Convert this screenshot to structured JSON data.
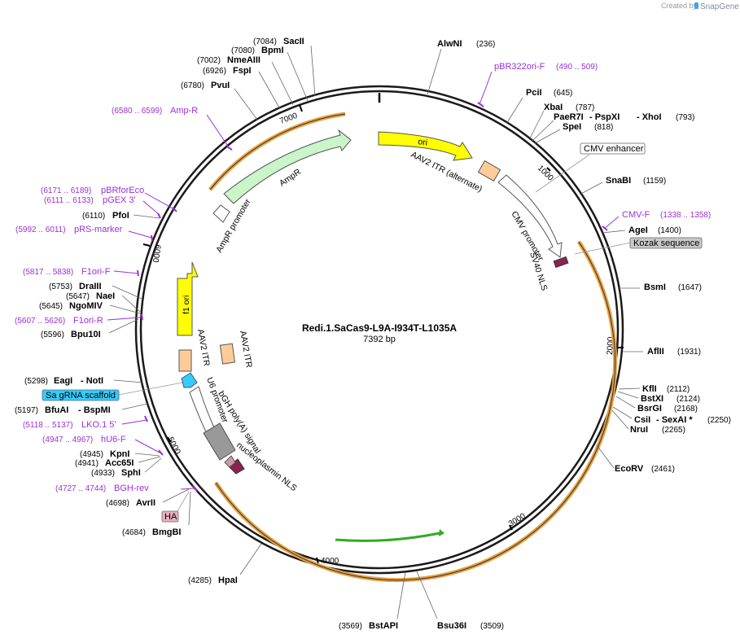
{
  "branding": {
    "created_by": "Created by",
    "product": "SnapGene"
  },
  "plasmid": {
    "name": "Redi.1.SaCas9-L9A-I934T-L1035A",
    "length_label": "7392 bp"
  },
  "ticks": [
    "1000",
    "2000",
    "3000",
    "4000",
    "5000",
    "6000",
    "7000"
  ],
  "sites": [
    {
      "name": "AlwNI",
      "pos": "(236)"
    },
    {
      "name": "PciI",
      "pos": "(645)"
    },
    {
      "name": "XbaI",
      "pos": "(787)"
    },
    {
      "name": "PaeR7I",
      "extra": "- PspXI",
      "extra2": "- XhoI",
      "pos": "(793)"
    },
    {
      "name": "SpeI",
      "pos": "(818)"
    },
    {
      "name": "SnaBI",
      "pos": "(1159)"
    },
    {
      "name": "AgeI",
      "pos": "(1400)"
    },
    {
      "name": "BsmI",
      "pos": "(1647)"
    },
    {
      "name": "AflII",
      "pos": "(1931)"
    },
    {
      "name": "KflI",
      "pos": "(2112)"
    },
    {
      "name": "BstXI",
      "pos": "(2124)"
    },
    {
      "name": "BsrGI",
      "pos": "(2168)"
    },
    {
      "name": "CsiI",
      "extra": "- SexAI *",
      "pos": "(2250)"
    },
    {
      "name": "NruI",
      "pos": "(2265)"
    },
    {
      "name": "EcoRV",
      "pos": "(2461)"
    },
    {
      "name": "Bsu36I",
      "pos": "(3509)"
    },
    {
      "name": "BstAPI",
      "pos": "(3569)"
    },
    {
      "name": "HpaI",
      "pos": "(4285)"
    },
    {
      "name": "BmgBI",
      "pos": "(4684)"
    },
    {
      "name": "AvrII",
      "pos": "(4698)"
    },
    {
      "name": "SphI",
      "pos": "(4933)"
    },
    {
      "name": "Acc65I",
      "pos": "(4941)"
    },
    {
      "name": "KpnI",
      "pos": "(4945)"
    },
    {
      "name": "BfuAI",
      "extra": "- BspMI",
      "pos": "(5197)"
    },
    {
      "name": "EagI",
      "extra": "- NotI",
      "pos": "(5298)"
    },
    {
      "name": "Bpu10I",
      "pos": "(5596)"
    },
    {
      "name": "NgoMIV",
      "pos": "(5645)"
    },
    {
      "name": "NaeI",
      "pos": "(5647)"
    },
    {
      "name": "DraIII",
      "pos": "(5753)"
    },
    {
      "name": "PfoI",
      "pos": "(6110)"
    },
    {
      "name": "PvuI",
      "pos": "(6780)"
    },
    {
      "name": "FspI",
      "pos": "(6926)"
    },
    {
      "name": "NmeAIII",
      "pos": "(7002)"
    },
    {
      "name": "BpmI",
      "pos": "(7080)"
    },
    {
      "name": "SacII",
      "pos": "(7084)"
    }
  ],
  "primers": [
    {
      "name": "pBR322ori-F",
      "range": "(490 .. 509)"
    },
    {
      "name": "CMV-F",
      "range": "(1338 .. 1358)"
    },
    {
      "name": "BGH-rev",
      "range": "(4727 .. 4744)"
    },
    {
      "name": "hU6-F",
      "range": "(4947 .. 4967)"
    },
    {
      "name": "LKO.1 5'",
      "range": "(5118 .. 5137)"
    },
    {
      "name": "F1ori-R",
      "range": "(5607 .. 5626)"
    },
    {
      "name": "F1ori-F",
      "range": "(5817 .. 5838)"
    },
    {
      "name": "pRS-marker",
      "range": "(5992 .. 6011)"
    },
    {
      "name": "pGEX 3'",
      "range": "(6111 .. 6133)"
    },
    {
      "name": "pBRforEco",
      "range": "(6171 .. 6189)"
    },
    {
      "name": "Amp-R",
      "range": "(6580 .. 6599)"
    }
  ],
  "boxed_features": {
    "cmv_enhancer": "CMV enhancer",
    "kozak": "Kozak sequence",
    "sa_grna": "Sa gRNA scaffold",
    "ha": "HA"
  },
  "features": {
    "ori": "ori",
    "aav2_itr_alt": "AAV2 ITR (alternate)",
    "cmv_promoter": "CMV promoter",
    "sv40_nls": "SV40 NLS",
    "ampr": "AmpR",
    "ampr_promoter": "AmpR promoter",
    "f1_ori": "f1 ori",
    "aav2_itr_1": "AAV2 ITR",
    "aav2_itr_2": "AAV2 ITR",
    "u6_promoter": "U6 promoter",
    "bgh_polya": "bGH poly(A) signal",
    "nucleoplasmin_nls": "nucleoplasmin NLS"
  },
  "colors": {
    "backbone": "#1a1a1a",
    "orange_arc": "#e8a040",
    "ori": "#ffff00",
    "ampr": "#c9f5c9",
    "itr": "#ffcc99",
    "nls": "#8b2252",
    "grna": "#33ccff",
    "primer": "#9b30d9",
    "bgh": "#999999",
    "green_arc": "#33aa22"
  }
}
